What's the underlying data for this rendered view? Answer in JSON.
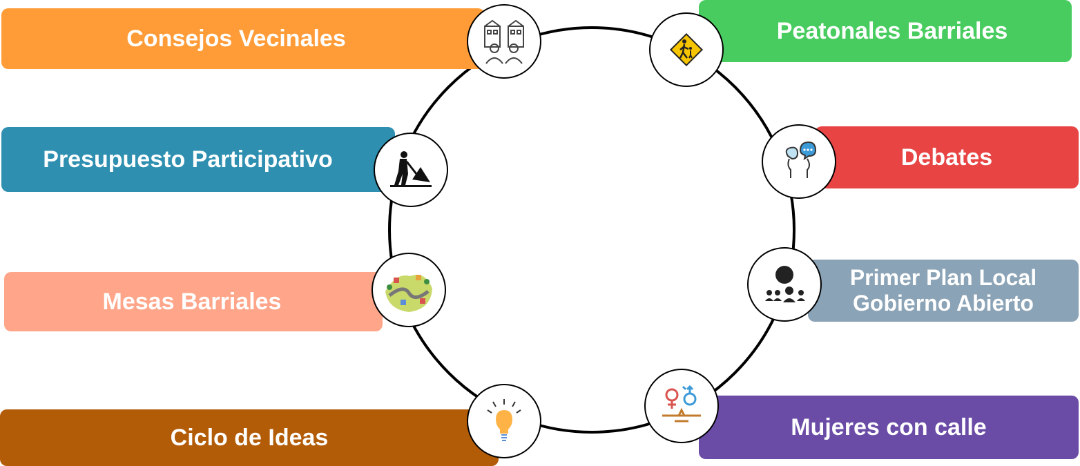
{
  "programs": [
    {
      "label": "Consejos Vecinales",
      "color": "#FF9C38",
      "icon": "neighborhood-council-icon"
    },
    {
      "label": "Peatonales Barriales",
      "color": "#48CC5F",
      "icon": "pedestrian-crossing-icon"
    },
    {
      "label": "Presupuesto Participativo",
      "color": "#2E8FB0",
      "icon": "worker-shovel-icon"
    },
    {
      "label": "Debates",
      "color": "#E84444",
      "icon": "speech-bubbles-icon"
    },
    {
      "label": "Mesas Barriales",
      "color": "#FFA68A",
      "icon": "neighborhood-map-icon"
    },
    {
      "label_line1": "Primer Plan Local",
      "label_line2": "Gobierno Abierto",
      "color": "#8BA3B6",
      "icon": "people-group-icon"
    },
    {
      "label": "Ciclo de Ideas",
      "color": "#B35C08",
      "icon": "lightbulb-icon"
    },
    {
      "label": "Mujeres con calle",
      "color": "#6A4BA6",
      "icon": "gender-balance-icon"
    }
  ]
}
